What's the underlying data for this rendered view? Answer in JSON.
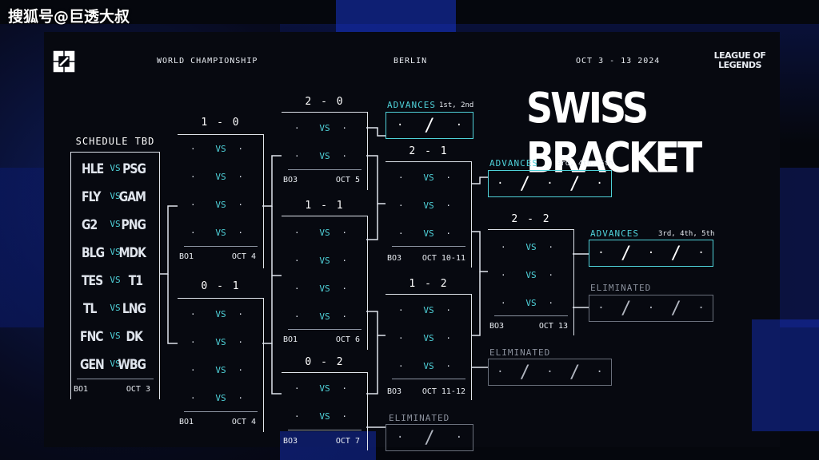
{
  "watermark": "搜狐号@巨透大叔",
  "header": {
    "event": "WORLD CHAMPIONSHIP",
    "city": "BERLIN",
    "dates": "OCT 3 - 13 2024",
    "brand_line1": "LEAGUE OF",
    "brand_line2": "LEGENDS",
    "title": "SWISS BRACKET"
  },
  "schedule": {
    "title": "SCHEDULE TBD",
    "matches": [
      {
        "a": "HLE",
        "b": "PSG"
      },
      {
        "a": "FLY",
        "b": "GAM"
      },
      {
        "a": "G2",
        "b": "PNG"
      },
      {
        "a": "BLG",
        "b": "MDK"
      },
      {
        "a": "TES",
        "b": "T1"
      },
      {
        "a": "TL",
        "b": "LNG"
      },
      {
        "a": "FNC",
        "b": "DK"
      },
      {
        "a": "GEN",
        "b": "WBG"
      }
    ],
    "vs": "VS",
    "format": "BO1",
    "date": "OCT 3"
  },
  "groups": {
    "g10": {
      "title": "1 - 0",
      "format": "BO1",
      "date": "OCT 4"
    },
    "g01": {
      "title": "0 - 1",
      "format": "BO1",
      "date": "OCT 4"
    },
    "g20": {
      "title": "2 - 0",
      "format": "BO3",
      "date": "OCT 5"
    },
    "g11": {
      "title": "1 - 1",
      "format": "BO1",
      "date": "OCT 6"
    },
    "g02": {
      "title": "0 - 2",
      "format": "BO3",
      "date": "OCT 7"
    },
    "g21": {
      "title": "2 - 1",
      "format": "BO3",
      "date": "OCT 10-11"
    },
    "g12": {
      "title": "1 - 2",
      "format": "BO3",
      "date": "OCT 11-12"
    },
    "g22": {
      "title": "2 - 2",
      "format": "BO3",
      "date": "OCT 13"
    }
  },
  "placeholder": {
    "team": "·",
    "vs": "VS",
    "slash": "/"
  },
  "outcomes": {
    "adv1": {
      "label": "ADVANCES",
      "sub": "1st, 2nd"
    },
    "adv2": {
      "label": "ADVANCES",
      "sub": "3rd, 4th, 5th"
    },
    "adv3": {
      "label": "ADVANCES",
      "sub": "3rd, 4th, 5th"
    },
    "elim1": {
      "label": "ELIMINATED"
    },
    "elim2": {
      "label": "ELIMINATED"
    },
    "elim3": {
      "label": "ELIMINATED"
    }
  },
  "colors": {
    "accent": "#4fd1d9",
    "line": "#dfe4ec",
    "muted": "#8a909c",
    "brand_blue": "#1633c8"
  }
}
